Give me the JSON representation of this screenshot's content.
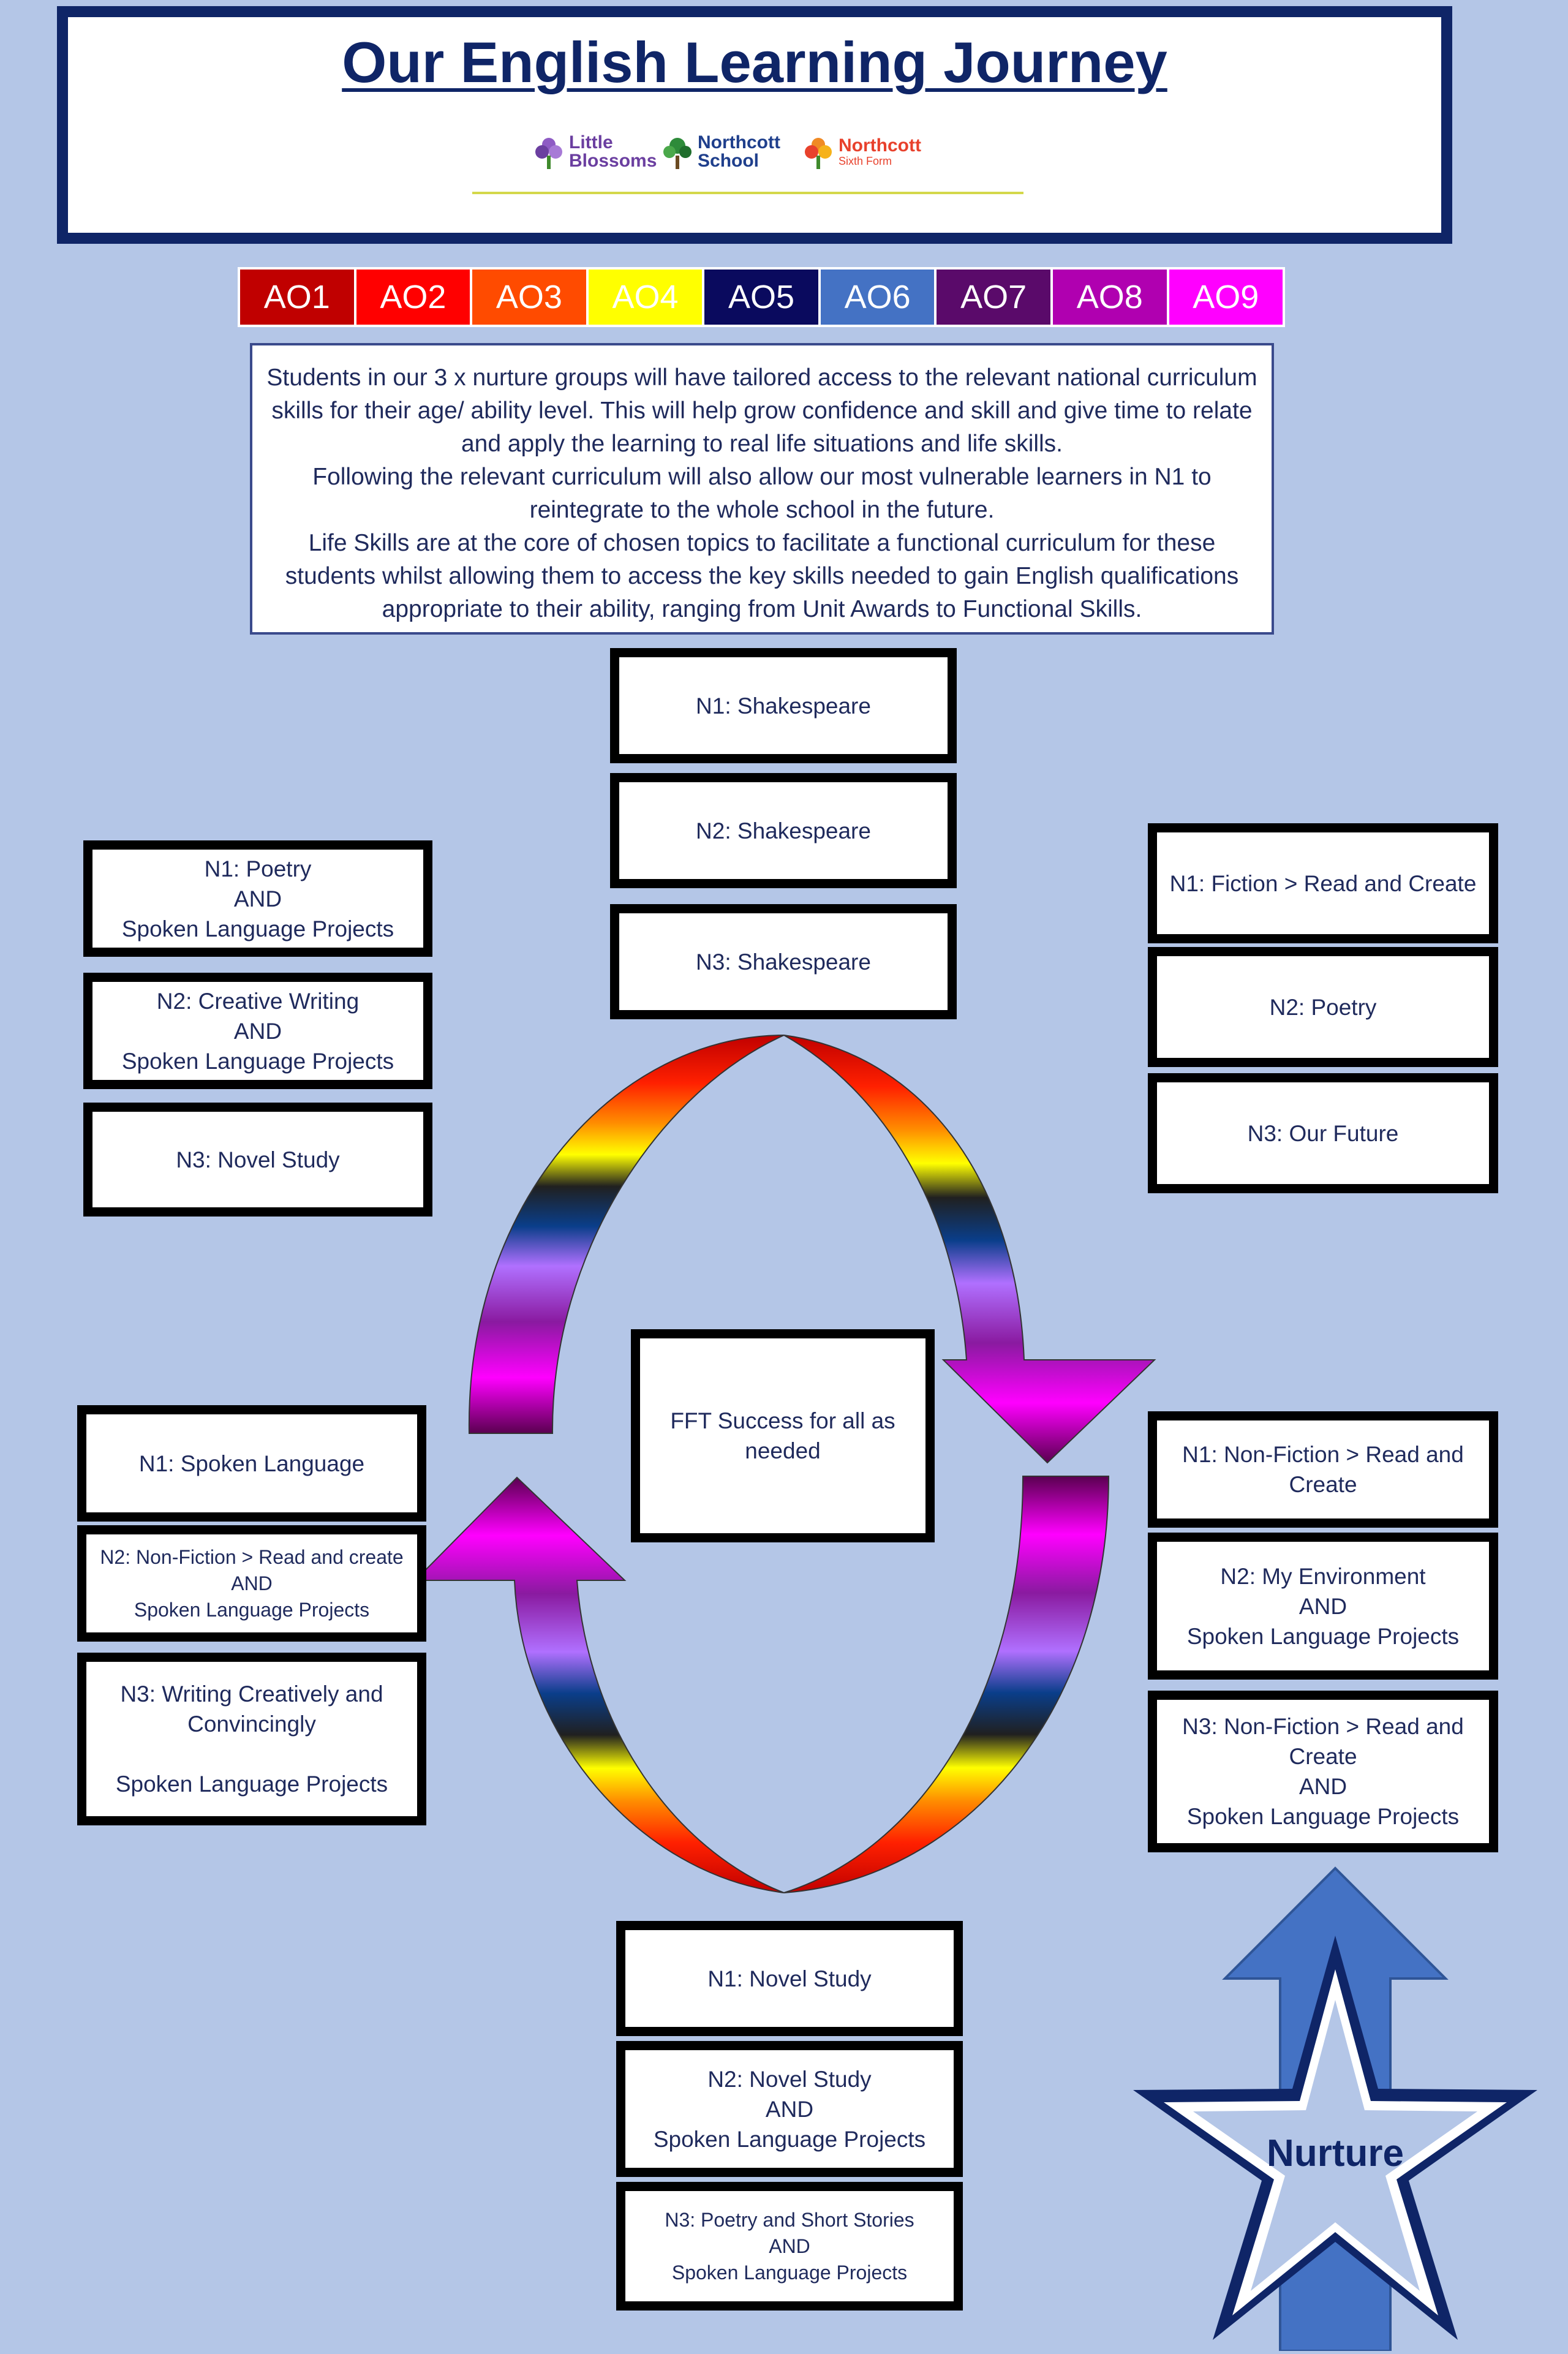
{
  "header": {
    "title": "Our English Learning Journey",
    "logos": [
      {
        "line1": "Little",
        "line2": "Blossoms",
        "color": "#6b3fa0"
      },
      {
        "line1": "Northcott",
        "line2": "School",
        "color": "#1f3f8c"
      },
      {
        "line1": "Northcott",
        "line2": "Sixth Form",
        "color": "#e8412c"
      }
    ]
  },
  "ao_strip": [
    {
      "label": "AO1",
      "color": "#c00000"
    },
    {
      "label": "AO2",
      "color": "#ff0000"
    },
    {
      "label": "AO3",
      "color": "#ff4b00"
    },
    {
      "label": "AO4",
      "color": "#ffff00"
    },
    {
      "label": "AO5",
      "color": "#0a0a5e"
    },
    {
      "label": "AO6",
      "color": "#4472c4"
    },
    {
      "label": "AO7",
      "color": "#5a0a6a"
    },
    {
      "label": "AO8",
      "color": "#b000b0"
    },
    {
      "label": "AO9",
      "color": "#ff00ff"
    }
  ],
  "intro": [
    "Students in our 3 x nurture groups will  have tailored access to the relevant national curriculum skills for their age/ ability level.  This will help grow confidence and skill and give time to relate and apply the learning to real life situations and life skills.",
    "Following the relevant curriculum will also allow our most vulnerable learners in N1  to reintegrate to the whole school in the future.",
    "Life Skills are at the core of chosen topics to facilitate a functional curriculum for these students whilst allowing them to access the key skills needed to gain English qualifications appropriate to their ability, ranging from Unit Awards to Functional Skills."
  ],
  "topics": {
    "top": [
      "N1: Shakespeare",
      "N2: Shakespeare",
      "N3: Shakespeare"
    ],
    "left_top": [
      "N1: Poetry\nAND\nSpoken Language Projects",
      "N2: Creative Writing\nAND\nSpoken Language Projects",
      "N3: Novel Study"
    ],
    "right_top": [
      "N1: Fiction > Read and Create",
      "N2: Poetry",
      "N3: Our Future"
    ],
    "left_bottom": [
      "N1: Spoken Language",
      "N2: Non-Fiction > Read and create\nAND\nSpoken Language Projects",
      "N3:  Writing Creatively and Convincingly\n\nSpoken Language Projects"
    ],
    "right_bottom": [
      "N1: Non-Fiction > Read and Create",
      "N2: My Environment\nAND\nSpoken Language Projects",
      "N3: Non-Fiction > Read and Create\nAND\nSpoken Language Projects"
    ],
    "bottom": [
      "N1: Novel Study",
      "N2: Novel Study\nAND\nSpoken Language Projects",
      "N3: Poetry and Short Stories\nAND\nSpoken Language Projects"
    ]
  },
  "center": "FFT Success for all as needed",
  "nurture": "Nurture"
}
